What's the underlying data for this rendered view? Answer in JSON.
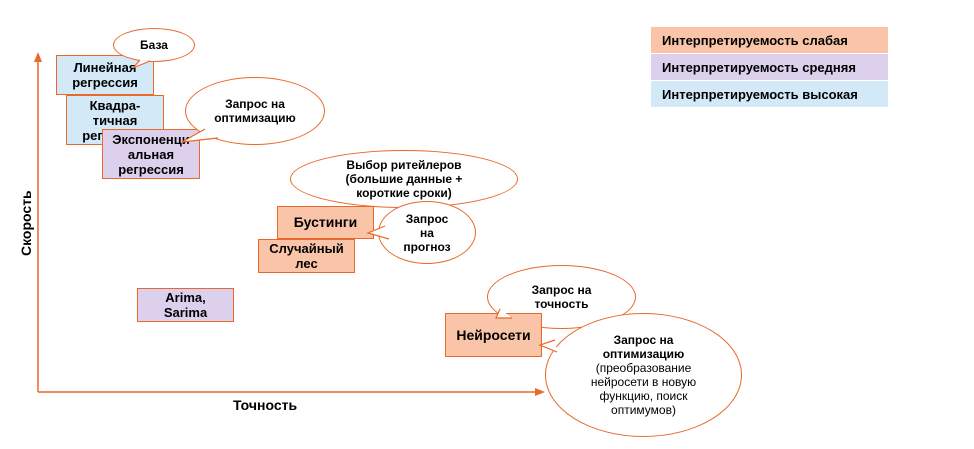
{
  "axes": {
    "x_label": "Точность",
    "y_label": "Скорость"
  },
  "legend": [
    {
      "label": "Интерпретируемость слабая",
      "color": "#f9c4a8"
    },
    {
      "label": "Интерпретируемость средняя",
      "color": "#dcd0ec"
    },
    {
      "label": "Интерпретируемость высокая",
      "color": "#d3e9f7"
    }
  ],
  "models": {
    "linear": "Линейная регрессия",
    "quadratic": "Квадра-тичная регрессия",
    "exponential": "Экспоненци альная регрессия",
    "boosting": "Бустинги",
    "random_forest": "Случайный лес",
    "arima": "Arima, Sarima",
    "neural": "Нейросети"
  },
  "callouts": {
    "base": "База",
    "optimization_request": "Запрос на оптимизацию",
    "retailer_choice": "Выбор ритейлеров (большие данные + короткие сроки)",
    "forecast_request": "Запрос на прогноз",
    "accuracy_request": "Запрос на точность",
    "nn_optimization_title": "Запрос на оптимизацию",
    "nn_optimization_detail": "(преобразование нейросети в новую функцию, поиск оптимумов)"
  }
}
